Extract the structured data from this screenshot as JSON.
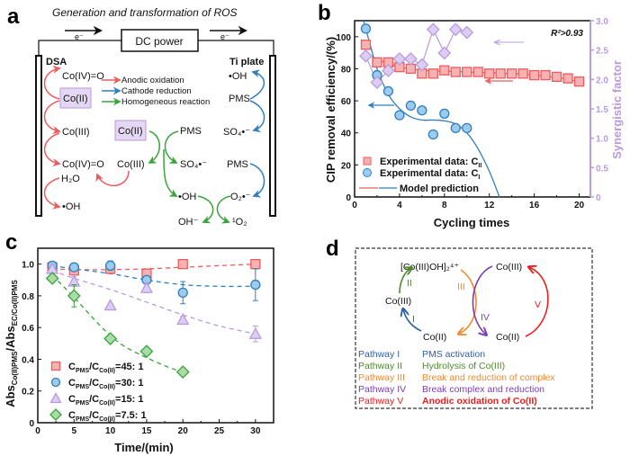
{
  "panels": {
    "a": {
      "letter": "a",
      "title": "Generation and transformation of ROS",
      "electron_left": "e⁻",
      "electron_right": "e⁻",
      "power": "DC power",
      "anode": "DSA",
      "cathode": "Ti plate",
      "legend": [
        {
          "label": "Anodic oxidation",
          "color": "#ef5a5a"
        },
        {
          "label": "Cathode reduction",
          "color": "#2f7fc1"
        },
        {
          "label": "Homogeneous reaction",
          "color": "#3aa33a"
        }
      ],
      "species": {
        "co4o_top": "Co(IV)=O",
        "co2_left": "Co(II)",
        "co3_left": "Co(III)",
        "co4o_mid": "Co(IV)=O",
        "h2o": "H₂O",
        "oh_left": "•OH",
        "co2_mid": "Co(II)",
        "co3_mid": "Co(III)",
        "pms_mid": "PMS",
        "so4_mid": "SO₄•⁻",
        "oh_mid": "•OH",
        "ohminus": "OH⁻",
        "singlet_o2": "¹O₂",
        "oh_right": "•OH",
        "pms_right1": "PMS",
        "so4_right": "SO₄•⁻",
        "pms_right2": "PMS",
        "o2_right": "O₂•⁻"
      }
    },
    "b": {
      "letter": "b",
      "r2": "R²>0.93"
    },
    "c": {
      "letter": "c"
    },
    "d": {
      "letter": "d",
      "nodes": {
        "complex": "[Co(III)OH]₂⁴⁺",
        "co3_left": "Co(III)",
        "co2_left": "Co(II)",
        "co3_right": "Co(III)",
        "co2_right": "Co(II)"
      },
      "arrow_labels": {
        "I": "I",
        "II": "II",
        "III": "III",
        "IV": "IV",
        "V": "V"
      },
      "pathways": [
        {
          "name": "Pathway I",
          "desc": "PMS activation",
          "color": "#2e5fa8"
        },
        {
          "name": "Pathway II",
          "desc": "Hydrolysis of Co(III)",
          "color": "#4f8a2e"
        },
        {
          "name": "Pathway III",
          "desc": "Break and reduction of complex",
          "color": "#f08a30"
        },
        {
          "name": "Pathway IV",
          "desc": "Break complex and reduction",
          "color": "#7a3fb0"
        },
        {
          "name": "Pathway V",
          "desc": "Anodic oxidation of Co(II)",
          "color": "#ee1c1c"
        }
      ]
    }
  },
  "chart_data": [
    {
      "panel": "b",
      "type": "scatter",
      "title": "",
      "xlabel": "Cycling times",
      "ylabel": "CIP removal efficiency/(%)",
      "y2label": "Synergistic factor",
      "xlim": [
        0,
        21
      ],
      "ylim": [
        0,
        110
      ],
      "y2lim": [
        0,
        3.0
      ],
      "xticks": [
        0,
        4,
        8,
        12,
        16,
        20
      ],
      "yticks": [
        0,
        20,
        40,
        60,
        80,
        100
      ],
      "y2ticks": [
        0,
        0.5,
        1.0,
        1.5,
        2.0,
        2.5,
        3.0
      ],
      "y2tick_labels": [
        "0",
        "0.5",
        "1.0",
        "1.5",
        "2.0",
        "2.5",
        "3.0"
      ],
      "annotation": "R²>0.93",
      "legend_position": "bottom-left",
      "series": [
        {
          "name": "Experimental data: C_II",
          "legend_label": "Experimental data: C",
          "legend_sub": "II",
          "marker": "square",
          "color": "#ef5a5a",
          "fill": "#f7b3b3",
          "axis": "left",
          "x": [
            1,
            2,
            3,
            4,
            5,
            6,
            7,
            8,
            9,
            10,
            11,
            12,
            13,
            14,
            15,
            16,
            17,
            18,
            19,
            20
          ],
          "y": [
            95,
            84,
            84,
            81,
            80,
            77,
            77,
            79,
            78,
            78,
            78,
            77,
            77,
            77,
            77,
            76,
            76,
            75,
            74,
            72
          ]
        },
        {
          "name": "Experimental data: C_I",
          "legend_label": "Experimental data: C",
          "legend_sub": "I",
          "marker": "circle",
          "color": "#2f7fc1",
          "fill": "#9dcbee",
          "axis": "left",
          "x": [
            1,
            2,
            3,
            4,
            5,
            6,
            7,
            8,
            9,
            10
          ],
          "y": [
            105,
            76,
            66,
            51,
            57,
            54,
            39,
            52,
            43,
            43
          ]
        },
        {
          "name": "Synergistic factor",
          "marker": "diamond",
          "color": "#b89ae0",
          "fill": "#dccdf3",
          "axis": "right",
          "x": [
            1,
            2,
            3,
            4,
            5,
            6,
            7,
            8,
            9,
            10
          ],
          "y": [
            2.4,
            1.95,
            2.15,
            2.35,
            2.35,
            2.25,
            2.85,
            2.45,
            2.85,
            2.8
          ]
        },
        {
          "name": "Model prediction (C_II)",
          "legend_label": "Model prediction",
          "type": "line",
          "color": "#ef5a5a",
          "axis": "left",
          "x": [
            1,
            2,
            3,
            4,
            5,
            6,
            8,
            10,
            12,
            14,
            16,
            18,
            20
          ],
          "y": [
            90,
            86,
            83,
            81,
            80,
            79,
            78.5,
            78,
            77.5,
            77,
            76,
            74.5,
            72
          ]
        },
        {
          "name": "Model prediction (C_I)",
          "type": "line",
          "color": "#2f7fc1",
          "axis": "left",
          "x": [
            0.8,
            1.5,
            2,
            3,
            4,
            5,
            6,
            7,
            8,
            9,
            10,
            11,
            12,
            12.9
          ],
          "y": [
            110,
            92,
            80,
            64,
            55,
            50,
            48,
            48,
            47.5,
            45.5,
            40,
            30,
            16,
            0
          ]
        }
      ]
    },
    {
      "panel": "c",
      "type": "scatter",
      "title": "",
      "xlabel": "Time/(min)",
      "ylabel": "Abs_Co(II)PMS / Abs_EC/Co(II)PMS",
      "xlim": [
        0,
        32.5
      ],
      "ylim": [
        0,
        1.1
      ],
      "xticks": [
        0,
        5,
        10,
        15,
        20,
        25,
        30
      ],
      "yticks": [
        0,
        0.2,
        0.4,
        0.6,
        0.8,
        1.0
      ],
      "ytick_labels": [
        "0",
        "0.2",
        "0.4",
        "0.6",
        "0.8",
        "1.0"
      ],
      "legend_position": "bottom-left",
      "series": [
        {
          "name": "C_PMS/C_Co(II)=45: 1",
          "legend_value": "=45: 1",
          "marker": "square",
          "color": "#ef5a5a",
          "fill": "#f7b3b3",
          "x": [
            2,
            5,
            10,
            15,
            20,
            30
          ],
          "y": [
            0.98,
            0.96,
            0.97,
            0.94,
            1.0,
            1.0
          ],
          "err": [
            0.02,
            0.02,
            0.03,
            0.02,
            0.01,
            0.01
          ],
          "fit_x": [
            2,
            5,
            10,
            15,
            20,
            25,
            30
          ],
          "fit_y": [
            0.97,
            0.965,
            0.965,
            0.97,
            0.98,
            0.99,
            1.0
          ]
        },
        {
          "name": "C_PMS/C_Co(II)=30: 1",
          "legend_value": "=30: 1",
          "marker": "circle",
          "color": "#2f7fc1",
          "fill": "#9dcbee",
          "x": [
            2,
            5,
            10,
            15,
            20,
            30
          ],
          "y": [
            0.99,
            0.98,
            0.99,
            0.9,
            0.82,
            0.87
          ],
          "err": [
            0.02,
            0.02,
            0.03,
            0.02,
            0.07,
            0.1
          ],
          "fit_x": [
            2,
            5,
            10,
            15,
            20,
            25,
            30
          ],
          "fit_y": [
            0.99,
            0.97,
            0.94,
            0.9,
            0.87,
            0.86,
            0.86
          ]
        },
        {
          "name": "C_PMS/C_Co(II)=15: 1",
          "legend_value": "=15: 1",
          "marker": "triangle",
          "color": "#b89ae0",
          "fill": "#dccdf3",
          "x": [
            2,
            5,
            10,
            15,
            20,
            30
          ],
          "y": [
            0.97,
            0.89,
            0.74,
            0.85,
            0.65,
            0.56
          ],
          "err": [
            0.02,
            0.03,
            0.01,
            0.03,
            0.02,
            0.05
          ],
          "fit_x": [
            2,
            5,
            10,
            15,
            20,
            25,
            30
          ],
          "fit_y": [
            0.96,
            0.91,
            0.84,
            0.76,
            0.68,
            0.61,
            0.56
          ]
        },
        {
          "name": "C_PMS/C_Co(II)=7.5: 1",
          "legend_value": "=7.5: 1",
          "marker": "diamond",
          "color": "#3aa33a",
          "fill": "#a9dca9",
          "x": [
            2,
            5,
            10,
            15,
            20
          ],
          "y": [
            0.91,
            0.8,
            0.53,
            0.45,
            0.32
          ],
          "err": [
            0.01,
            0.07,
            0.02,
            0.01,
            0.01
          ],
          "fit_x": [
            2,
            5,
            8,
            10,
            12,
            15,
            18,
            20
          ],
          "fit_y": [
            0.93,
            0.79,
            0.64,
            0.55,
            0.48,
            0.41,
            0.35,
            0.32
          ]
        }
      ]
    }
  ]
}
